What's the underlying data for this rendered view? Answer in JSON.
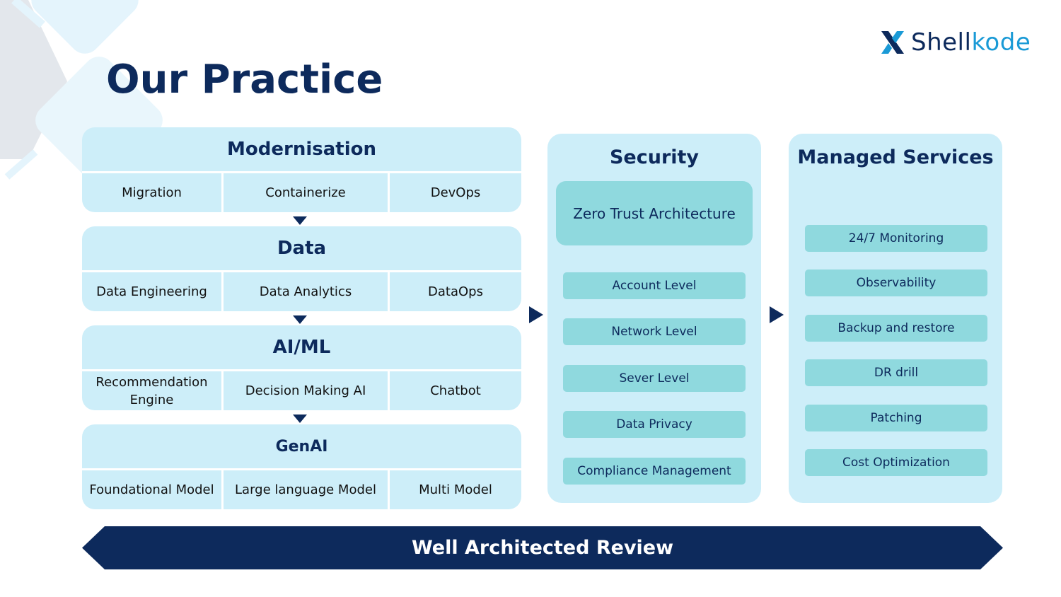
{
  "title": "Our Practice",
  "logo": {
    "text_main": "Shell",
    "text_accent": "kode",
    "colors": {
      "navy": "#0d2a5c",
      "blue": "#1a9ad6"
    }
  },
  "colors": {
    "navy": "#0d2a5c",
    "light_blue": "#cdeef9",
    "teal": "#8fd9de"
  },
  "pillars": [
    {
      "title": "Modernisation",
      "items": [
        "Migration",
        "Containerize",
        "DevOps"
      ]
    },
    {
      "title": "Data",
      "items": [
        "Data Engineering",
        "Data Analytics",
        "DataOps"
      ]
    },
    {
      "title": "AI/ML",
      "items": [
        "Recommendation Engine",
        "Decision Making AI",
        "Chatbot"
      ]
    },
    {
      "title": "GenAI",
      "items": [
        "Foundational Model",
        "Large language Model",
        "Multi Model"
      ]
    }
  ],
  "security": {
    "title": "Security",
    "featured": "Zero Trust Architecture",
    "items": [
      "Account Level",
      "Network Level",
      "Sever Level",
      "Data Privacy",
      "Compliance Management"
    ]
  },
  "managed_services": {
    "title": "Managed Services",
    "items": [
      "24/7 Monitoring",
      "Observability",
      "Backup and restore",
      "DR drill",
      "Patching",
      "Cost Optimization"
    ]
  },
  "banner": "Well Architected Review"
}
